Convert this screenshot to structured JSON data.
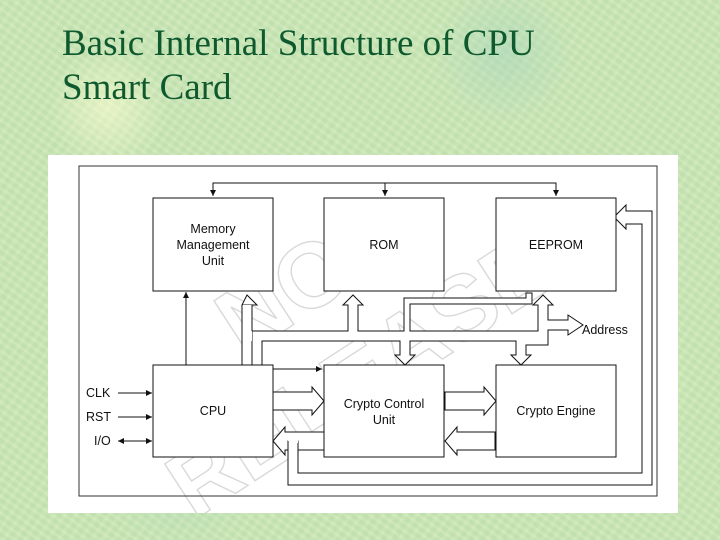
{
  "title": {
    "line1": "Basic Internal Structure of CPU",
    "line2": "Smart Card"
  },
  "watermark": {
    "line1": "NOT",
    "line2": "RELEASE"
  },
  "diagram": {
    "mmu_label": [
      "Memory",
      "Management",
      "Unit"
    ],
    "rom_label": "ROM",
    "eeprom_label": "EEPROM",
    "cpu_label": "CPU",
    "crypto_control_label": [
      "Crypto Control",
      "Unit"
    ],
    "crypto_engine_label": "Crypto Engine",
    "address_label": "Address",
    "clk_label": "CLK",
    "rst_label": "RST",
    "io_label": "I/O"
  }
}
